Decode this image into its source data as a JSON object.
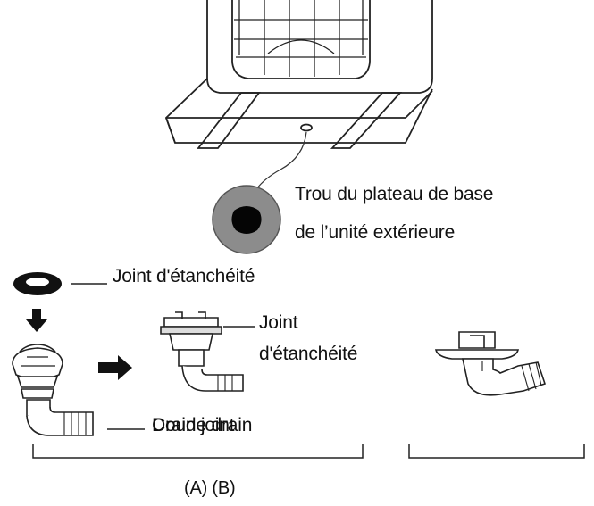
{
  "labels": {
    "hole_line1": "Trou du plateau de base",
    "hole_line2": "de l’unité extérieure",
    "seal_1": "Joint d'étanchéité",
    "seal_2_line1": "Joint",
    "seal_2_line2": "d'étanchéité",
    "drain_a": "Drain joint",
    "drain_b": "Coude drain",
    "caption": "(A) (B)"
  }
}
